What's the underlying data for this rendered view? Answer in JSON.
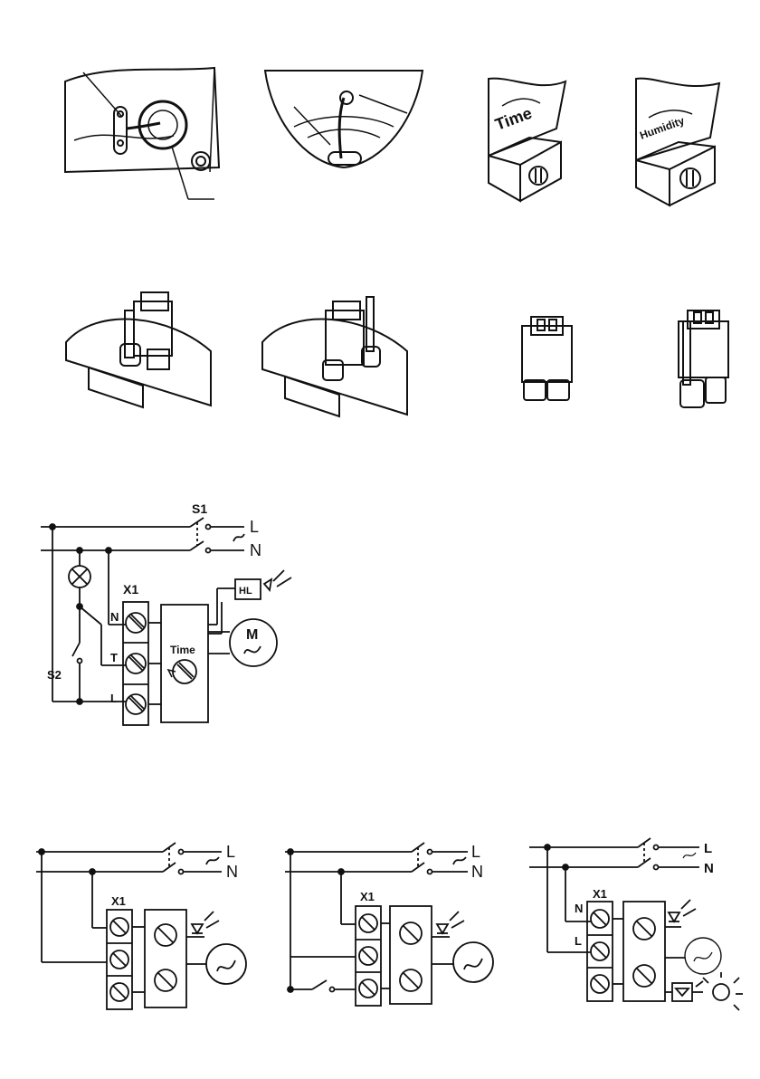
{
  "row2": {
    "time_knob_label": "Time",
    "humidity_knob_label": "Humidity"
  },
  "wiring_main": {
    "switch_s1": "S1",
    "line_l": "L",
    "line_n": "N",
    "terminal_block": "X1",
    "terminal_n": "N",
    "terminal_t": "T",
    "terminal_l": "L",
    "switch_s2": "S2",
    "timer_label": "Time",
    "indicator_hl": "HL",
    "motor_label": "M"
  },
  "wiring_a": {
    "line_l": "L",
    "line_n": "N",
    "terminal_block": "X1"
  },
  "wiring_b": {
    "line_l": "L",
    "line_n": "N",
    "terminal_block": "X1"
  },
  "wiring_c": {
    "line_l": "L",
    "line_n": "N",
    "terminal_block": "X1",
    "terminal_n": "N",
    "terminal_l": "L"
  },
  "colors": {
    "ink": "#111111",
    "paper": "#ffffff"
  }
}
